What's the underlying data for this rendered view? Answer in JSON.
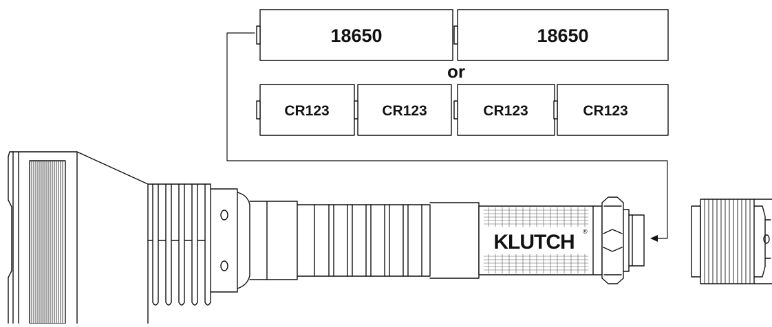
{
  "diagram": {
    "battery_option_a": [
      "18650",
      "18650"
    ],
    "separator": "or",
    "battery_option_b": [
      "CR123",
      "CR123",
      "CR123",
      "CR123"
    ],
    "brand_logo": "KLUTCH",
    "registered_mark": "®"
  }
}
